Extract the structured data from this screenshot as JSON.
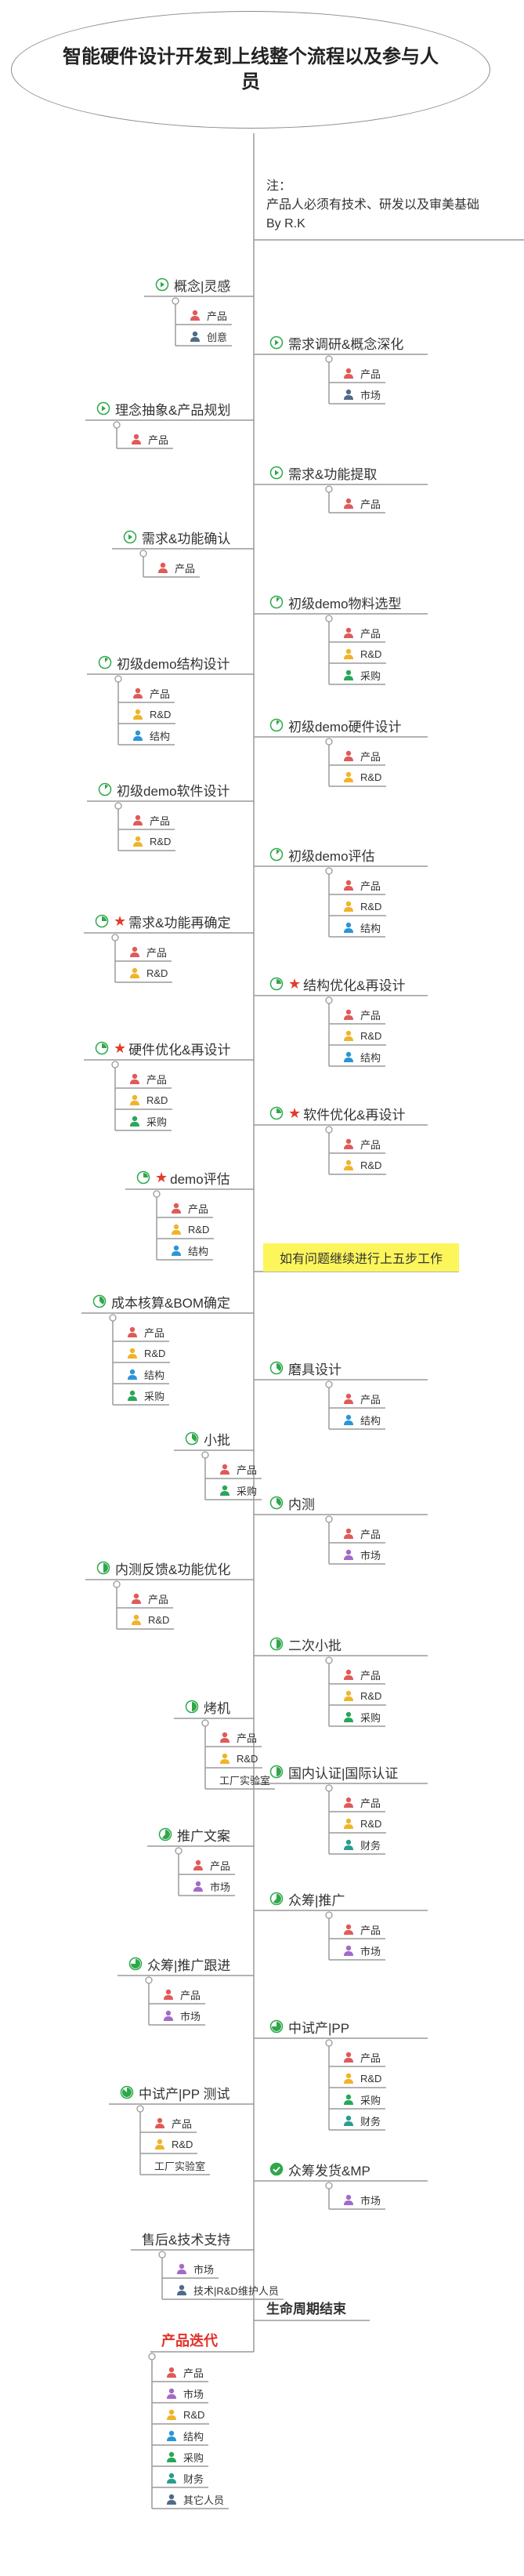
{
  "title": "智能硬件设计开发到上线整个流程以及参与人员",
  "note": {
    "line1": "注：",
    "line2": "产品人必须有技术、研发以及审美基础",
    "line3": "By R.K"
  },
  "highlight": "如有问题继续进行上五步工作",
  "end_label": "生命周期结束",
  "iteration": {
    "label": "产品迭代",
    "leaves": [
      {
        "name": "产品",
        "color": "#e05a57"
      },
      {
        "name": "市场",
        "color": "#a36ac7"
      },
      {
        "name": "R&D",
        "color": "#f0b428"
      },
      {
        "name": "结构",
        "color": "#2b95d6"
      },
      {
        "name": "采购",
        "color": "#2aa65a"
      },
      {
        "name": "财务",
        "color": "#2a9d8f"
      },
      {
        "name": "其它人员",
        "color": "#4f6b8a"
      }
    ]
  },
  "nodes": [
    {
      "label": "概念|灵感",
      "side": "left",
      "progress": 0,
      "star": false,
      "leaves": [
        {
          "name": "产品",
          "color": "#e05a57"
        },
        {
          "name": "创意",
          "color": "#4f6b8a"
        }
      ]
    },
    {
      "label": "需求调研&概念深化",
      "side": "right",
      "progress": 0,
      "star": false,
      "leaves": [
        {
          "name": "产品",
          "color": "#e05a57"
        },
        {
          "name": "市场",
          "color": "#4f6b8a"
        }
      ]
    },
    {
      "label": "理念抽象&产品规划",
      "side": "left",
      "progress": 0,
      "star": false,
      "leaves": [
        {
          "name": "产品",
          "color": "#e05a57"
        }
      ]
    },
    {
      "label": "需求&功能提取",
      "side": "right",
      "progress": 0,
      "star": false,
      "leaves": [
        {
          "name": "产品",
          "color": "#e05a57"
        }
      ]
    },
    {
      "label": "需求&功能确认",
      "side": "left",
      "progress": 0,
      "star": false,
      "leaves": [
        {
          "name": "产品",
          "color": "#e05a57"
        }
      ]
    },
    {
      "label": "初级demo物料选型",
      "side": "right",
      "progress": 0.12,
      "star": false,
      "leaves": [
        {
          "name": "产品",
          "color": "#e05a57"
        },
        {
          "name": "R&D",
          "color": "#f0b428"
        },
        {
          "name": "采购",
          "color": "#2aa65a"
        }
      ]
    },
    {
      "label": "初级demo结构设计",
      "side": "left",
      "progress": 0.12,
      "star": false,
      "leaves": [
        {
          "name": "产品",
          "color": "#e05a57"
        },
        {
          "name": "R&D",
          "color": "#f0b428"
        },
        {
          "name": "结构",
          "color": "#2b95d6"
        }
      ]
    },
    {
      "label": "初级demo硬件设计",
      "side": "right",
      "progress": 0.12,
      "star": false,
      "leaves": [
        {
          "name": "产品",
          "color": "#e05a57"
        },
        {
          "name": "R&D",
          "color": "#f0b428"
        }
      ]
    },
    {
      "label": "初级demo软件设计",
      "side": "left",
      "progress": 0.12,
      "star": false,
      "leaves": [
        {
          "name": "产品",
          "color": "#e05a57"
        },
        {
          "name": "R&D",
          "color": "#f0b428"
        }
      ]
    },
    {
      "label": "初级demo评估",
      "side": "right",
      "progress": 0.12,
      "star": false,
      "leaves": [
        {
          "name": "产品",
          "color": "#e05a57"
        },
        {
          "name": "R&D",
          "color": "#f0b428"
        },
        {
          "name": "结构",
          "color": "#2b95d6"
        }
      ]
    },
    {
      "label": "需求&功能再确定",
      "side": "left",
      "progress": 0.25,
      "star": true,
      "leaves": [
        {
          "name": "产品",
          "color": "#e05a57"
        },
        {
          "name": "R&D",
          "color": "#f0b428"
        }
      ]
    },
    {
      "label": "结构优化&再设计",
      "side": "right",
      "progress": 0.25,
      "star": true,
      "leaves": [
        {
          "name": "产品",
          "color": "#e05a57"
        },
        {
          "name": "R&D",
          "color": "#f0b428"
        },
        {
          "name": "结构",
          "color": "#2b95d6"
        }
      ]
    },
    {
      "label": "硬件优化&再设计",
      "side": "left",
      "progress": 0.25,
      "star": true,
      "leaves": [
        {
          "name": "产品",
          "color": "#e05a57"
        },
        {
          "name": "R&D",
          "color": "#f0b428"
        },
        {
          "name": "采购",
          "color": "#2aa65a"
        }
      ]
    },
    {
      "label": "软件优化&再设计",
      "side": "right",
      "progress": 0.25,
      "star": true,
      "leaves": [
        {
          "name": "产品",
          "color": "#e05a57"
        },
        {
          "name": "R&D",
          "color": "#f0b428"
        }
      ]
    },
    {
      "label": "demo评估",
      "side": "left",
      "progress": 0.25,
      "star": true,
      "leaves": [
        {
          "name": "产品",
          "color": "#e05a57"
        },
        {
          "name": "R&D",
          "color": "#f0b428"
        },
        {
          "name": "结构",
          "color": "#2b95d6"
        }
      ]
    },
    {
      "label": "成本核算&BOM确定",
      "side": "left",
      "progress": 0.37,
      "star": false,
      "leaves": [
        {
          "name": "产品",
          "color": "#e05a57"
        },
        {
          "name": "R&D",
          "color": "#f0b428"
        },
        {
          "name": "结构",
          "color": "#2b95d6"
        },
        {
          "name": "采购",
          "color": "#2aa65a"
        }
      ]
    },
    {
      "label": "磨具设计",
      "side": "right",
      "progress": 0.37,
      "star": false,
      "leaves": [
        {
          "name": "产品",
          "color": "#e05a57"
        },
        {
          "name": "结构",
          "color": "#2b95d6"
        }
      ]
    },
    {
      "label": "小批",
      "side": "left",
      "progress": 0.37,
      "star": false,
      "leaves": [
        {
          "name": "产品",
          "color": "#e05a57"
        },
        {
          "name": "采购",
          "color": "#2aa65a"
        }
      ]
    },
    {
      "label": "内测",
      "side": "right",
      "progress": 0.37,
      "star": false,
      "leaves": [
        {
          "name": "产品",
          "color": "#e05a57"
        },
        {
          "name": "市场",
          "color": "#a36ac7"
        }
      ]
    },
    {
      "label": "内测反馈&功能优化",
      "side": "left",
      "progress": 0.5,
      "star": false,
      "leaves": [
        {
          "name": "产品",
          "color": "#e05a57"
        },
        {
          "name": "R&D",
          "color": "#f0b428"
        }
      ]
    },
    {
      "label": "二次小批",
      "side": "right",
      "progress": 0.5,
      "star": false,
      "leaves": [
        {
          "name": "产品",
          "color": "#e05a57"
        },
        {
          "name": "R&D",
          "color": "#f0b428"
        },
        {
          "name": "采购",
          "color": "#2aa65a"
        }
      ]
    },
    {
      "label": "烤机",
      "side": "left",
      "progress": 0.5,
      "star": false,
      "leaves": [
        {
          "name": "产品",
          "color": "#e05a57"
        },
        {
          "name": "R&D",
          "color": "#f0b428"
        },
        {
          "name": "工厂实验室",
          "color": ""
        }
      ]
    },
    {
      "label": "国内认证|国际认证",
      "side": "right",
      "progress": 0.5,
      "star": false,
      "leaves": [
        {
          "name": "产品",
          "color": "#e05a57"
        },
        {
          "name": "R&D",
          "color": "#f0b428"
        },
        {
          "name": "财务",
          "color": "#2a9d8f"
        }
      ]
    },
    {
      "label": "推广文案",
      "side": "left",
      "progress": 0.62,
      "star": false,
      "leaves": [
        {
          "name": "产品",
          "color": "#e05a57"
        },
        {
          "name": "市场",
          "color": "#a36ac7"
        }
      ]
    },
    {
      "label": "众筹|推广",
      "side": "right",
      "progress": 0.62,
      "star": false,
      "leaves": [
        {
          "name": "产品",
          "color": "#e05a57"
        },
        {
          "name": "市场",
          "color": "#a36ac7"
        }
      ]
    },
    {
      "label": "众筹|推广跟进",
      "side": "left",
      "progress": 0.75,
      "star": false,
      "leaves": [
        {
          "name": "产品",
          "color": "#e05a57"
        },
        {
          "name": "市场",
          "color": "#a36ac7"
        }
      ]
    },
    {
      "label": "中试产|PP",
      "side": "right",
      "progress": 0.75,
      "star": false,
      "leaves": [
        {
          "name": "产品",
          "color": "#e05a57"
        },
        {
          "name": "R&D",
          "color": "#f0b428"
        },
        {
          "name": "采购",
          "color": "#2aa65a"
        },
        {
          "name": "财务",
          "color": "#2a9d8f"
        }
      ]
    },
    {
      "label": "中试产|PP 测试",
      "side": "left",
      "progress": 0.87,
      "star": false,
      "leaves": [
        {
          "name": "产品",
          "color": "#e05a57"
        },
        {
          "name": "R&D",
          "color": "#f0b428"
        },
        {
          "name": "工厂实验室",
          "color": ""
        }
      ]
    },
    {
      "label": "众筹发货&MP",
      "side": "right",
      "progress": 1,
      "star": false,
      "leaves": [
        {
          "name": "市场",
          "color": "#a36ac7"
        }
      ]
    },
    {
      "label": "售后&技术支持",
      "side": "left",
      "progress": -1,
      "star": false,
      "leaves": [
        {
          "name": "市场",
          "color": "#a36ac7"
        },
        {
          "name": "技术|R&D维护人员",
          "color": "#4f6b8a"
        }
      ]
    }
  ]
}
